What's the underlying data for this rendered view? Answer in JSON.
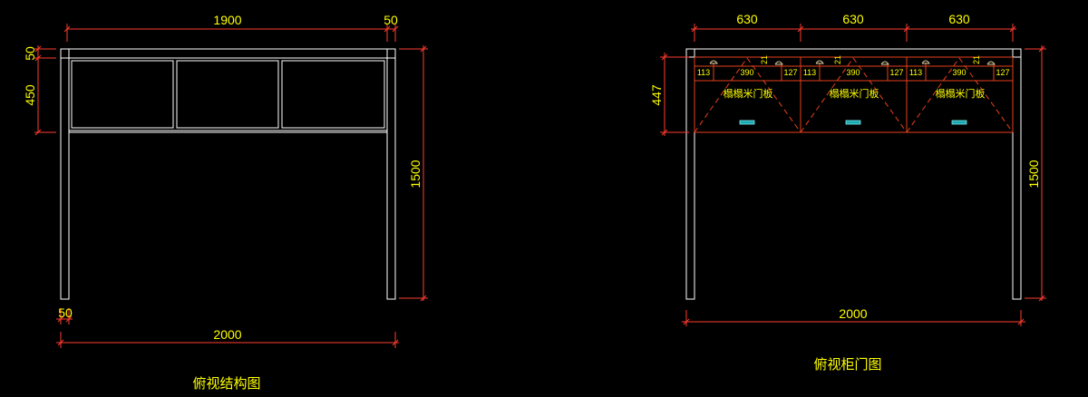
{
  "left_view": {
    "caption": "俯视结构图",
    "dims": {
      "top_total": "1900",
      "top_right": "50",
      "left_top": "50",
      "left_mid": "450",
      "right_height": "1500",
      "bottom_small": "50",
      "bottom_total": "2000"
    }
  },
  "right_view": {
    "caption": "俯视柜门图",
    "dims": {
      "top_1": "630",
      "top_2": "630",
      "top_3": "630",
      "left_height": "447",
      "right_height": "1500",
      "bottom_total": "2000"
    },
    "cabinets": [
      {
        "sub_left": "113",
        "sub_mid": "390",
        "sub_right": "127",
        "small": "21",
        "label": "榻榻米门板"
      },
      {
        "sub_left": "113",
        "sub_mid": "390",
        "sub_right": "127",
        "small": "21",
        "label": "榻榻米门板"
      },
      {
        "sub_left": "113",
        "sub_mid": "390",
        "sub_right": "127",
        "small": "21",
        "label": "榻榻米门板"
      }
    ]
  },
  "colors": {
    "background": "#000000",
    "object_lines": "#ffffff",
    "dimension_lines": "#ff3b30",
    "dimension_text": "#ffff00",
    "handle": "#1aa8b0"
  }
}
